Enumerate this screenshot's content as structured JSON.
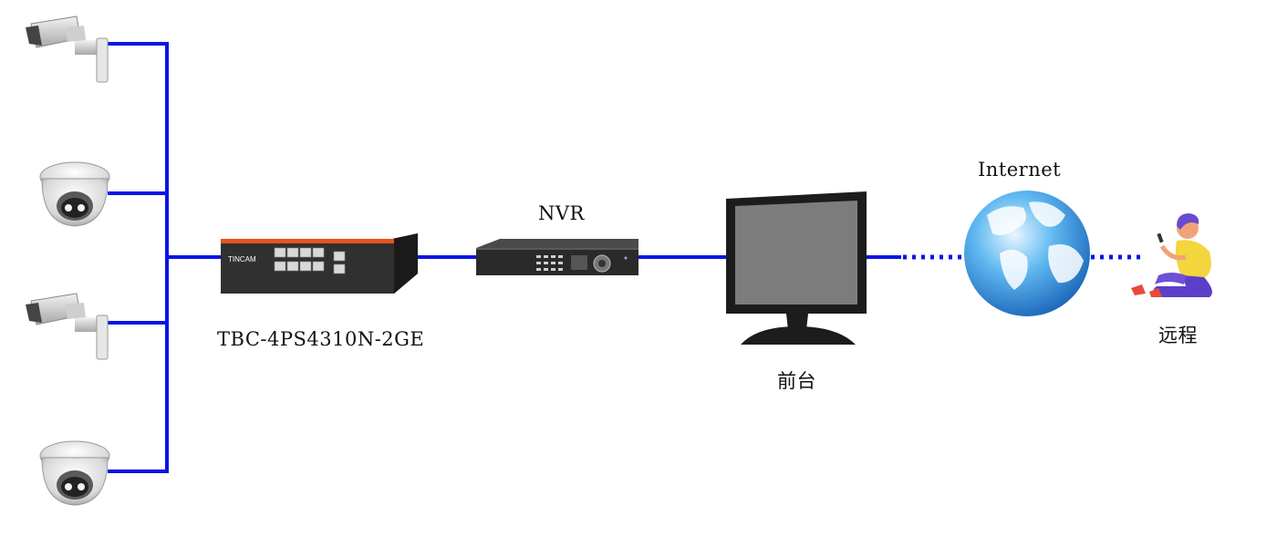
{
  "diagram": {
    "switch_label": "TBC-4PS4310N-2GE",
    "switch_brand": "TINCAM",
    "nvr_label": "NVR",
    "monitor_label": "前台",
    "internet_label": "Internet",
    "remote_label": "远程"
  },
  "colors": {
    "link": "#0a14e6",
    "switch_accent": "#e8531e",
    "monitor_screen": "#7c7c7c"
  },
  "icons": [
    "bullet-camera-icon",
    "dome-camera-icon",
    "poe-switch-icon",
    "nvr-icon",
    "monitor-icon",
    "globe-icon",
    "remote-user-icon"
  ]
}
